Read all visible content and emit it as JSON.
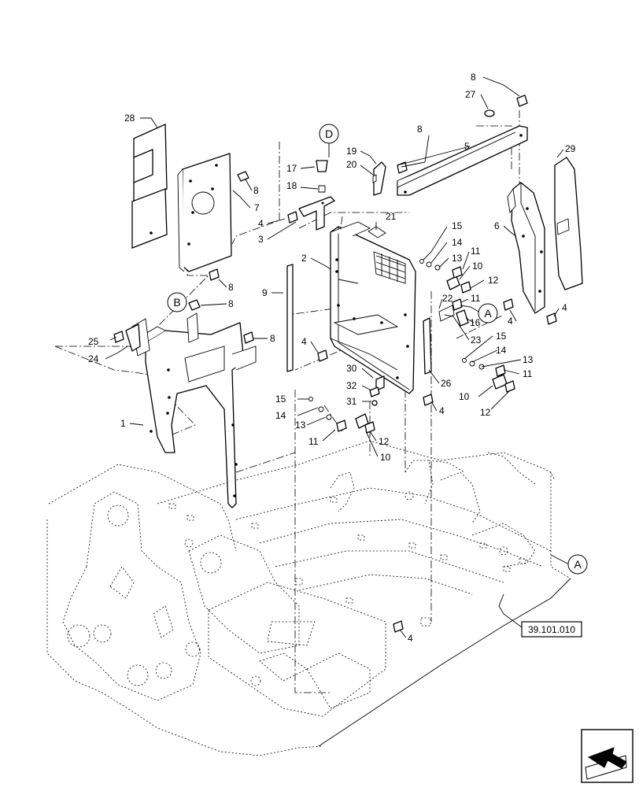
{
  "diagram": {
    "callouts": [
      {
        "id": "c28",
        "label": "28"
      },
      {
        "id": "c7",
        "label": "7"
      },
      {
        "id": "c8a",
        "label": "8"
      },
      {
        "id": "c8b",
        "label": "8"
      },
      {
        "id": "c8c",
        "label": "8"
      },
      {
        "id": "c8d",
        "label": "8"
      },
      {
        "id": "c8e",
        "label": "8"
      },
      {
        "id": "c8f",
        "label": "8"
      },
      {
        "id": "c25",
        "label": "25"
      },
      {
        "id": "c24",
        "label": "24"
      },
      {
        "id": "c1",
        "label": "1"
      },
      {
        "id": "c17",
        "label": "17"
      },
      {
        "id": "c18",
        "label": "18"
      },
      {
        "id": "c4a",
        "label": "4"
      },
      {
        "id": "c3",
        "label": "3"
      },
      {
        "id": "c19",
        "label": "19"
      },
      {
        "id": "c20",
        "label": "20"
      },
      {
        "id": "c21",
        "label": "21"
      },
      {
        "id": "c2",
        "label": "2"
      },
      {
        "id": "c9",
        "label": "9"
      },
      {
        "id": "c4b",
        "label": "4"
      },
      {
        "id": "c30",
        "label": "30"
      },
      {
        "id": "c32",
        "label": "32"
      },
      {
        "id": "c31",
        "label": "31"
      },
      {
        "id": "c15a",
        "label": "15"
      },
      {
        "id": "c14a",
        "label": "14"
      },
      {
        "id": "c13a",
        "label": "13"
      },
      {
        "id": "c11a",
        "label": "11"
      },
      {
        "id": "c12a",
        "label": "12"
      },
      {
        "id": "c10a",
        "label": "10"
      },
      {
        "id": "c4c",
        "label": "4"
      },
      {
        "id": "c5",
        "label": "5"
      },
      {
        "id": "c27",
        "label": "27"
      },
      {
        "id": "c29",
        "label": "29"
      },
      {
        "id": "c6",
        "label": "6"
      },
      {
        "id": "c15b",
        "label": "15"
      },
      {
        "id": "c14b",
        "label": "14"
      },
      {
        "id": "c13b",
        "label": "13"
      },
      {
        "id": "c11b",
        "label": "11"
      },
      {
        "id": "c10b",
        "label": "10"
      },
      {
        "id": "c12b",
        "label": "12"
      },
      {
        "id": "c22",
        "label": "22"
      },
      {
        "id": "c11c",
        "label": "11"
      },
      {
        "id": "c16",
        "label": "16"
      },
      {
        "id": "c23",
        "label": "23"
      },
      {
        "id": "c26",
        "label": "26"
      },
      {
        "id": "c4d",
        "label": "4"
      },
      {
        "id": "c4e",
        "label": "4"
      },
      {
        "id": "c15c",
        "label": "15"
      },
      {
        "id": "c14c",
        "label": "14"
      },
      {
        "id": "c13c",
        "label": "13"
      },
      {
        "id": "c11d",
        "label": "11"
      },
      {
        "id": "c10c",
        "label": "10"
      },
      {
        "id": "c12c",
        "label": "12"
      },
      {
        "id": "c4f",
        "label": "4"
      },
      {
        "id": "c4g",
        "label": "4"
      }
    ],
    "view_markers": {
      "D": "D",
      "B": "B",
      "A_upper": "A",
      "A_lower": "A"
    },
    "reference_box": "39.101.010",
    "nav_icon": "arrow-icon"
  }
}
